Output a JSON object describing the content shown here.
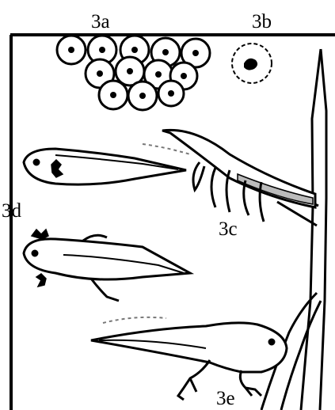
{
  "labels": {
    "egg_cluster": "3a",
    "single_egg": "3b",
    "hatchlings_on_plant": "3c",
    "tadpoles": "3d",
    "froglet": "3e"
  }
}
